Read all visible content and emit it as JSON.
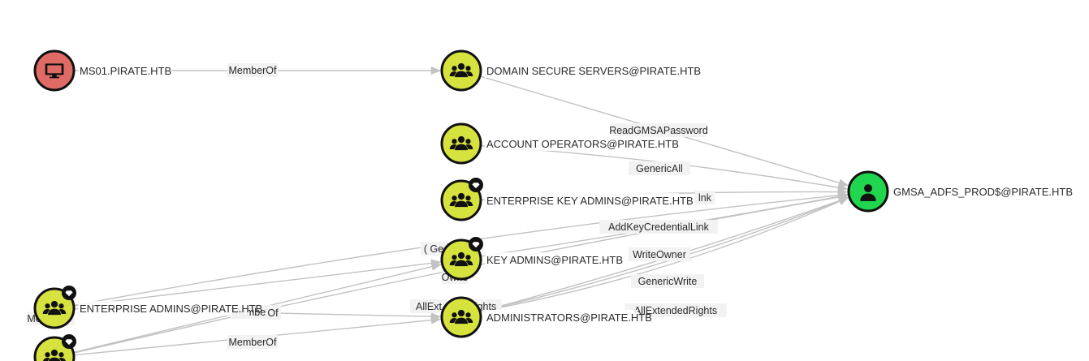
{
  "colors": {
    "computer": "#e06b66",
    "group": "#d6e33f",
    "user": "#1fd64e",
    "edge": "#c2c2c2",
    "outline": "#111111"
  },
  "nodes": [
    {
      "id": "ms01",
      "label": "MS01.PIRATE.HTB",
      "kind": "computer",
      "icon": "computer-icon"
    },
    {
      "id": "dss",
      "label": "DOMAIN SECURE SERVERS@PIRATE.HTB",
      "kind": "group",
      "icon": "group-icon"
    },
    {
      "id": "ao",
      "label": "ACCOUNT OPERATORS@PIRATE.HTB",
      "kind": "group",
      "icon": "group-icon"
    },
    {
      "id": "eka",
      "label": "ENTERPRISE KEY ADMINS@PIRATE.HTB",
      "kind": "group",
      "icon": "group-icon",
      "badge": "gem-badge-icon"
    },
    {
      "id": "ka",
      "label": "KEY ADMINS@PIRATE.HTB",
      "kind": "group",
      "icon": "group-icon",
      "badge": "gem-badge-icon"
    },
    {
      "id": "adm",
      "label": "ADMINISTRATORS@PIRATE.HTB",
      "kind": "group",
      "icon": "group-icon"
    },
    {
      "id": "ea",
      "label": "ENTERPRISE ADMINS@PIRATE.HTB",
      "kind": "group",
      "icon": "group-icon",
      "badge": "gem-badge-icon"
    },
    {
      "id": "da",
      "label": "",
      "kind": "group",
      "icon": "group-icon",
      "badge": "gem-badge-icon"
    },
    {
      "id": "gmsa",
      "label": "GMSA_ADFS_PROD$@PIRATE.HTB",
      "kind": "user",
      "icon": "user-icon"
    }
  ],
  "edges": [
    {
      "from": "ms01",
      "to": "dss",
      "label": "MemberOf"
    },
    {
      "from": "dss",
      "to": "gmsa",
      "label": "ReadGMSAPassword"
    },
    {
      "from": "ao",
      "to": "gmsa",
      "label": "GenericAll"
    },
    {
      "from": "eka",
      "to": "gmsa",
      "label": "AddKeyCredentialLink"
    },
    {
      "from": "ka",
      "to": "gmsa",
      "label": "AddKeyCredentialLink"
    },
    {
      "from": "adm",
      "to": "gmsa",
      "label": "WriteOwner"
    },
    {
      "from": "adm",
      "to": "gmsa",
      "label": "GenericWrite"
    },
    {
      "from": "adm",
      "to": "gmsa",
      "label": "AllExtendedRights"
    },
    {
      "from": "ea",
      "to": "adm",
      "label": "MemberOf"
    },
    {
      "from": "ea",
      "to": "gmsa",
      "label": "GenericAll"
    },
    {
      "from": "ea",
      "to": "ka",
      "label": ""
    },
    {
      "from": "da",
      "to": "adm",
      "label": "MemberOf"
    },
    {
      "from": "da",
      "to": "gmsa",
      "label": ""
    },
    {
      "from": "da",
      "to": "ka",
      "label": ""
    }
  ],
  "edge_label_fragments": [
    {
      "text": "lnk"
    },
    {
      "text": "( Ge"
    },
    {
      "text": "Owne"
    },
    {
      "text": "AllExt"
    },
    {
      "text": "ights"
    },
    {
      "text": "Me"
    },
    {
      "text": "or"
    },
    {
      "text": "Of"
    }
  ]
}
